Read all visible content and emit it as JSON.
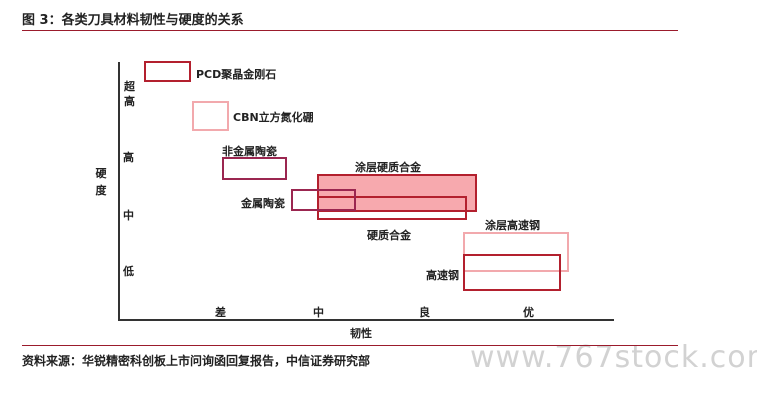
{
  "figure": {
    "title": "图 3：各类刀具材料韧性与硬度的关系",
    "source": "资料来源：华锐精密科创板上市问询函回复报告，中信证券研究部",
    "watermark": "www.767stock.com"
  },
  "axes": {
    "y_title": "硬度",
    "y_ticks": [
      "超高",
      "高",
      "中",
      "低"
    ],
    "x_title": "韧性",
    "x_ticks": [
      "差",
      "中",
      "良",
      "优"
    ]
  },
  "materials": [
    {
      "name": "PCD聚晶金刚石",
      "border": "#b3202e",
      "fill": "none"
    },
    {
      "name": "CBN立方氮化硼",
      "border": "#f2a9ad",
      "fill": "none"
    },
    {
      "name": "非金属陶瓷",
      "border": "#9b2650",
      "fill": "none"
    },
    {
      "name": "涂层硬质合金",
      "border": "#b3202e",
      "fill": "#f7a9ae"
    },
    {
      "name": "金属陶瓷",
      "border": "#9b2650",
      "fill": "none"
    },
    {
      "name": "硬质合金",
      "border": "#b3202e",
      "fill": "none"
    },
    {
      "name": "涂层高速钢",
      "border": "#f2a9ad",
      "fill": "none"
    },
    {
      "name": "高速钢",
      "border": "#b3202e",
      "fill": "none"
    }
  ]
}
